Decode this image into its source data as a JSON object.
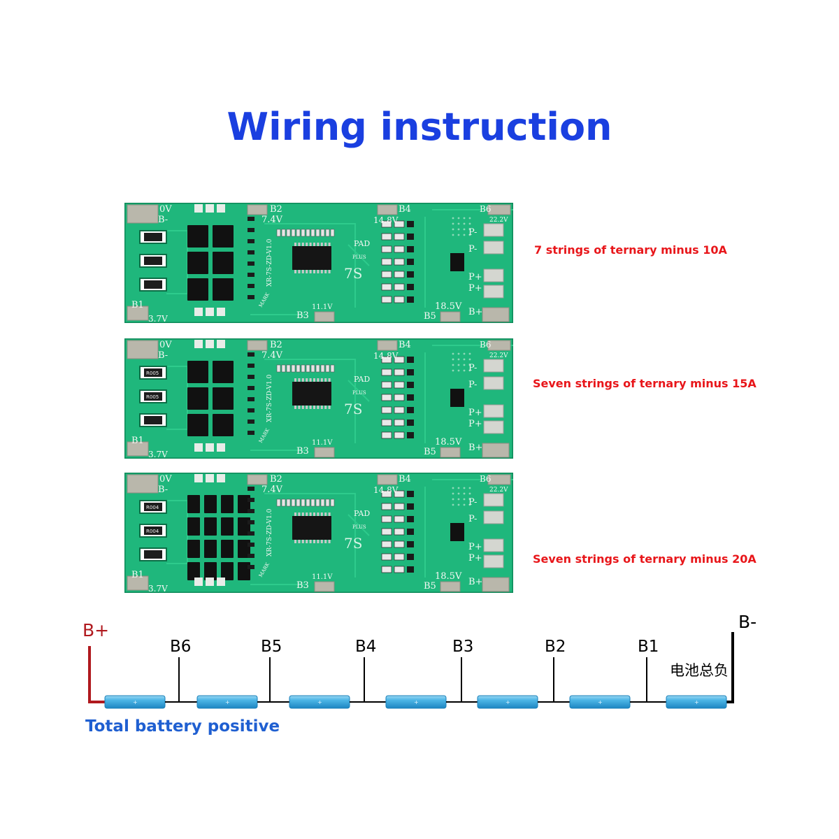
{
  "title": "Wiring instruction",
  "boards": [
    {
      "caption": "7 strings of ternary minus 10A",
      "silkscreen": {
        "zero_v": "0V",
        "b_minus": "B-",
        "b2": "B2",
        "v74": "7.4V",
        "b4": "B4",
        "v148": "14.8V",
        "b6": "B6",
        "v222": "22.2V",
        "p_minus": "P-",
        "p_plus": "P+",
        "b_plus": "B+",
        "b1": "B1",
        "v37": "3.7V",
        "b3": "B3",
        "v111": "11.1V",
        "b5": "B5",
        "v185": "18.5V",
        "pad": "PAD",
        "plus": "PLUS",
        "model": "7S",
        "part": "XR-7S-ZD-V1.0",
        "mark": "MARK"
      }
    },
    {
      "caption": "Seven strings of ternary minus 15A",
      "silkscreen": {
        "zero_v": "0V",
        "b_minus": "B-",
        "b2": "B2",
        "v74": "7.4V",
        "b4": "B4",
        "v148": "14.8V",
        "b6": "B6",
        "v222": "22.2V",
        "p_minus": "P-",
        "p_plus": "P+",
        "b_plus": "B+",
        "b1": "B1",
        "v37": "3.7V",
        "b3": "B3",
        "v111": "11.1V",
        "b5": "B5",
        "v185": "18.5V",
        "pad": "PAD",
        "plus": "PLUS",
        "model": "7S",
        "part": "XR-7S-ZD-V1.0",
        "mark": "MARK",
        "shunt": "R005"
      }
    },
    {
      "caption": "Seven strings of ternary minus 20A",
      "silkscreen": {
        "zero_v": "0V",
        "b_minus": "B-",
        "b2": "B2",
        "v74": "7.4V",
        "b4": "B4",
        "v148": "14.8V",
        "b6": "B6",
        "v222": "22.2V",
        "p_minus": "P-",
        "p_plus": "P+",
        "b_plus": "B+",
        "b1": "B1",
        "v37": "3.7V",
        "b3": "B3",
        "v111": "11.1V",
        "b5": "B5",
        "v185": "18.5V",
        "pad": "PAD",
        "plus": "PLUS",
        "model": "7S",
        "part": "XR-7S-ZD-V1.0",
        "mark": "MARK",
        "shunt": "R004"
      }
    }
  ],
  "wiring": {
    "b_plus": "B+",
    "b_minus": "B-",
    "taps": [
      "B6",
      "B5",
      "B4",
      "B3",
      "B2",
      "B1"
    ],
    "negative_label": "电池总负",
    "positive_label": "Total battery positive",
    "cell_count": 7
  },
  "colors": {
    "title": "#1a3fe0",
    "caption": "#e8161a",
    "pcb": "#1fb77c",
    "b_plus_wire": "#b0191e",
    "battery": "#3aa9dc",
    "positive_label": "#1f5fd1"
  }
}
